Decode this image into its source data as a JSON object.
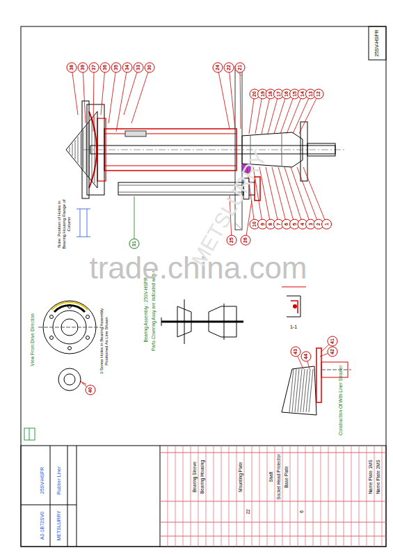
{
  "diagram": {
    "labels": [
      "25SV-HSPR",
      "38",
      "39",
      "37",
      "36",
      "35",
      "34",
      "33",
      "30",
      "24",
      "22",
      "21",
      "20",
      "19",
      "18",
      "17",
      "16",
      "15",
      "14",
      "13",
      "12",
      "10",
      "9",
      "8",
      "7",
      "6",
      "5",
      "4",
      "3",
      "2",
      "1",
      "26",
      "25",
      "31",
      "Note: Position of Holes in Bearing Housing Flange of Column",
      "1-1",
      "Bearing Assembly : 25SV-HSPR",
      "Parts Covering Assy are indicated with m",
      "View From Drive Direction",
      "3 Screw Holes in Bearing Assembly Positioned As Line Shown",
      "40",
      "Construction Of With Liner Strainer",
      "44",
      "43",
      "42",
      "41",
      "25SV-HSPR",
      "Rubber Liner",
      "A2-1B72SV0",
      "METSLURRY",
      "Bearing Sleeve",
      "Bearing Housing",
      "Mounting Plate",
      "Shaft",
      "Socket Head Protector",
      "Base Plate",
      "Name Plate 1MS",
      "Name Plate 2MS",
      "22",
      "6",
      "trade.china.com",
      "METSLURRY"
    ]
  }
}
